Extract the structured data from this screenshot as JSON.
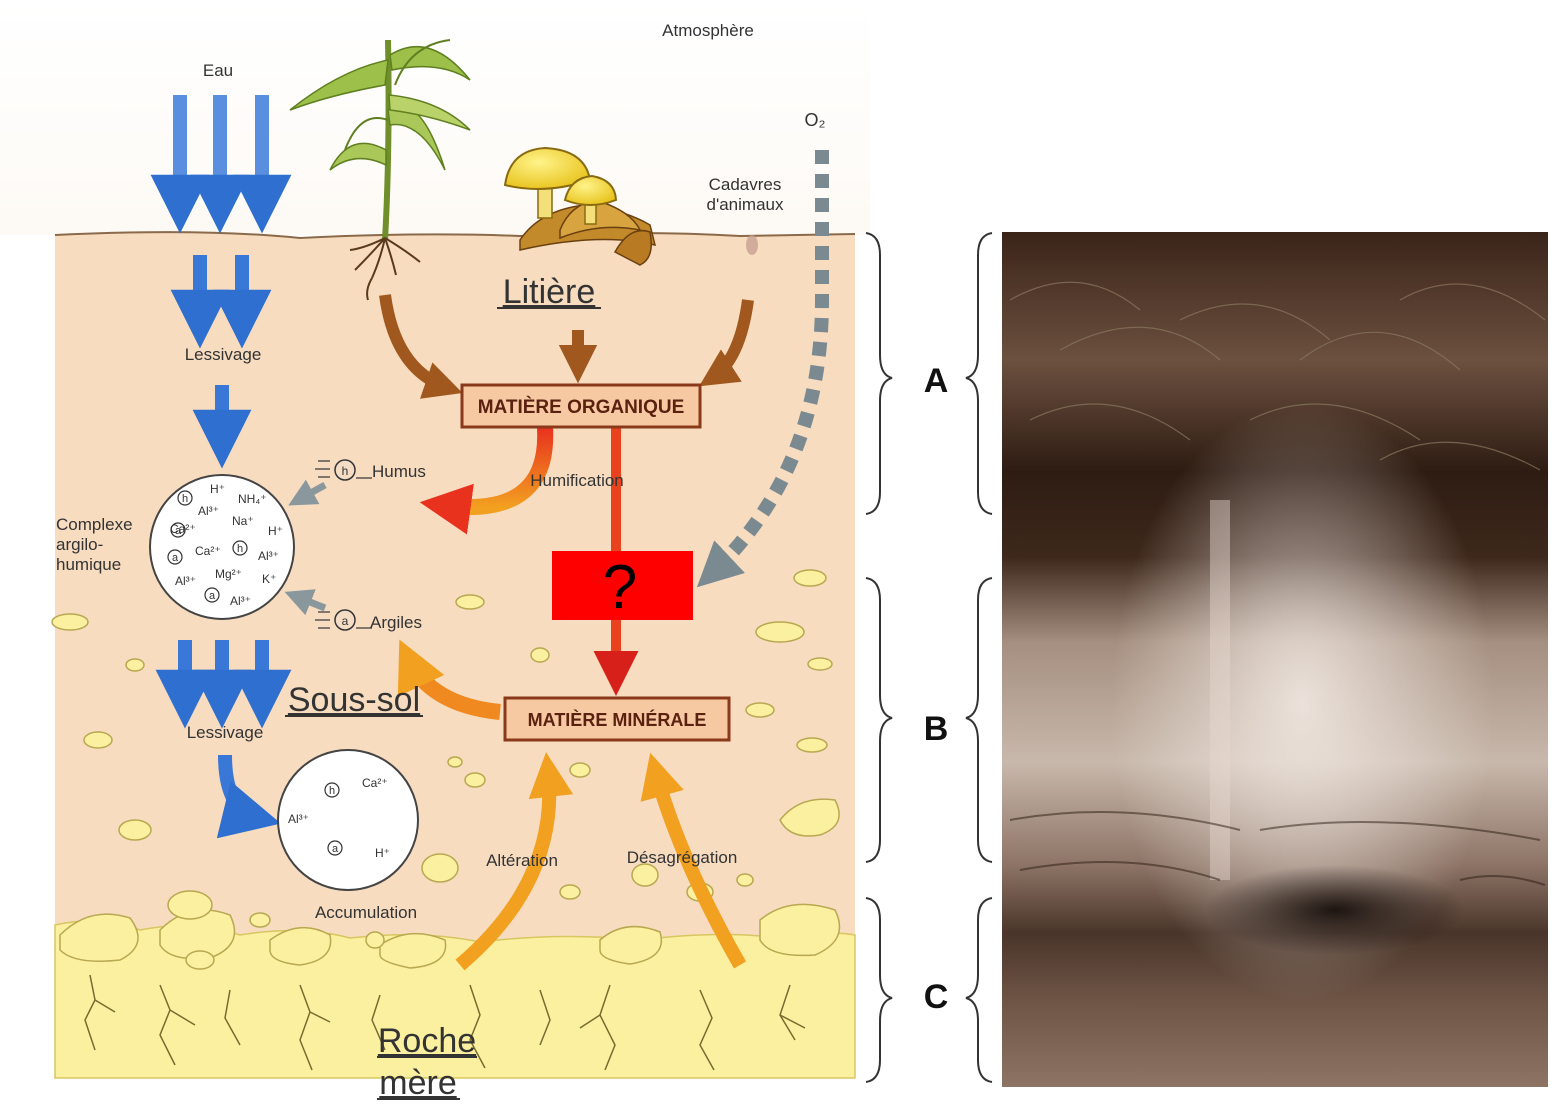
{
  "diagram": {
    "labels": {
      "atmosphere": "Atmosphère",
      "eau": "Eau",
      "o2": "O₂",
      "cadavres_line1": "Cadavres",
      "cadavres_line2": "d'animaux",
      "litiere": "Litière",
      "lessivage_top": "Lessivage",
      "matiere_organique": "MATIÈRE ORGANIQUE",
      "humus": "Humus",
      "humification": "Humification",
      "complexe_line1": "Complexe",
      "complexe_line2": "argilo-",
      "complexe_line3": "humique",
      "question": "?",
      "argiles": "Argiles",
      "sous_sol": "Sous-sol",
      "lessivage_bottom": "Lessivage",
      "matiere_minerale": "MATIÈRE MINÉRALE",
      "alteration": "Altération",
      "desagregation": "Désagrégation",
      "accumulation": "Accumulation",
      "roche_line1": "Roche",
      "roche_line2": "mère"
    },
    "complex_ions": [
      "H⁺",
      "Al³⁺",
      "NH₄⁺",
      "Ca²⁺",
      "Na⁺",
      "H⁺",
      "Ca²⁺",
      "Al³⁺",
      "Al³⁺",
      "Mg²⁺",
      "K⁺",
      "Al³⁺"
    ],
    "accum_ions": [
      "Ca²⁺",
      "Al³⁺",
      "H⁺"
    ],
    "particle_letters": {
      "humus": "h",
      "argile": "a"
    },
    "colors": {
      "soil": "#f7dcc0",
      "rock": "#fbf0a0",
      "water_arrow": "#2f6fd0",
      "organic_arrow": "#a0581e",
      "red_arrow": "#e8321e",
      "orange_arrow": "#f2a020",
      "question_box": "#ff0000",
      "o2_dash": "#7a8a90",
      "label_box_fill": "#f7c9a2",
      "label_box_stroke": "#8a3a1a"
    }
  },
  "horizons": [
    "A",
    "B",
    "C"
  ]
}
